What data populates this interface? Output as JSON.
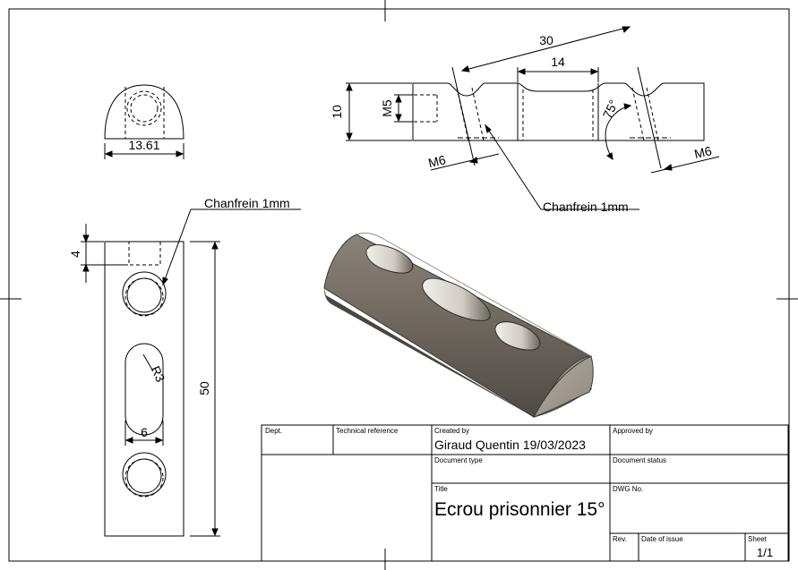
{
  "drawing": {
    "dimensions": {
      "total_length": "30",
      "slot_length": "14",
      "height": "10",
      "thread_small": "M5",
      "thread_left": "M6",
      "thread_right": "M6",
      "angle": "75°",
      "width": "13.61",
      "top_offset": "4",
      "length": "50",
      "radius": "R3",
      "slot_width": "6"
    },
    "notes": {
      "chamfer_top": "Chanfrein 1mm",
      "chamfer_left": "Chanfrein 1mm"
    }
  },
  "title_block": {
    "dept_label": "Dept.",
    "tech_ref_label": "Technical reference",
    "created_by_label": "Created by",
    "created_by_value": "Giraud Quentin 19/03/2023",
    "approved_by_label": "Approved by",
    "doc_type_label": "Document type",
    "doc_status_label": "Document status",
    "title_label": "Title",
    "title_value": "Ecrou prisonnier 15°",
    "dwg_no_label": "DWG No.",
    "rev_label": "Rev.",
    "date_issue_label": "Date of issue",
    "sheet_label": "Sheet",
    "sheet_value": "1/1"
  },
  "colors": {
    "line": "#000000",
    "body_dark": "#5a544c",
    "body_mid": "#7d766c",
    "body_light": "#a49d93"
  }
}
